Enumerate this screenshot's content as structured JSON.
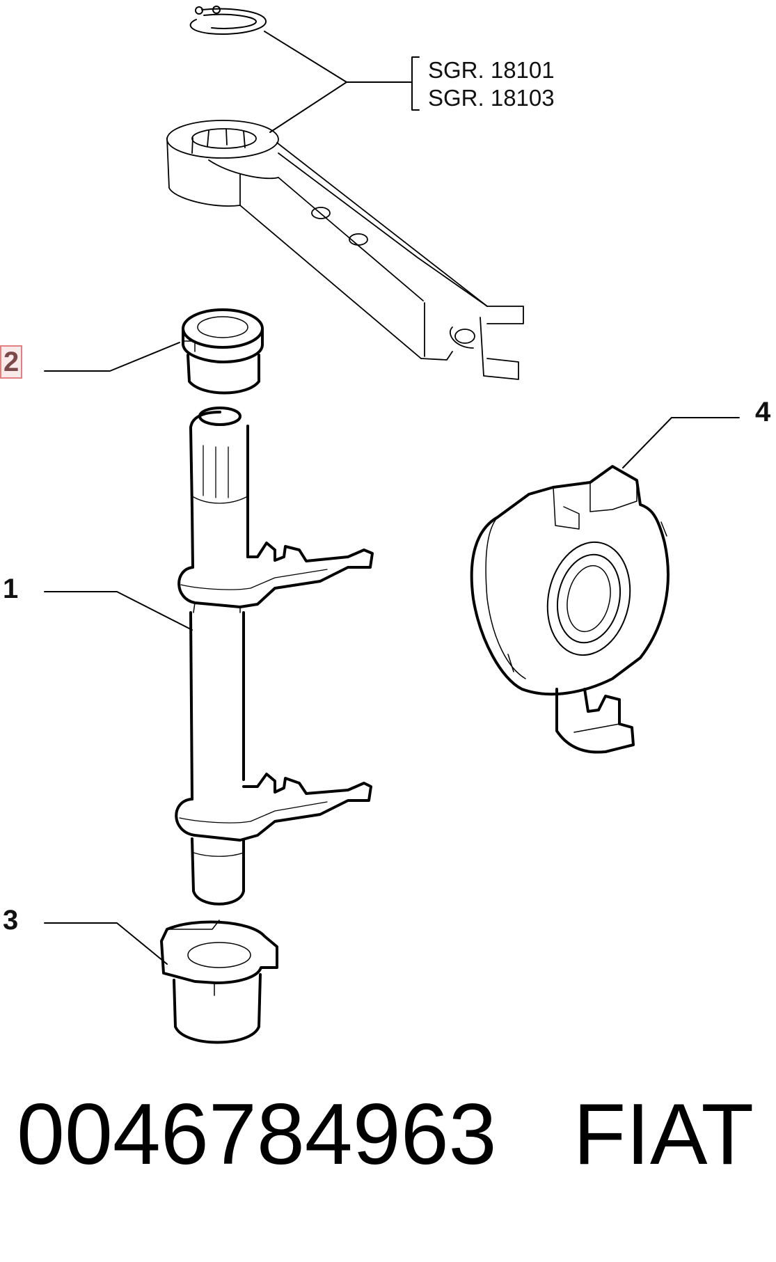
{
  "diagram": {
    "callouts": [
      {
        "id": "1",
        "label": "1"
      },
      {
        "id": "2",
        "label": "2"
      },
      {
        "id": "3",
        "label": "3"
      },
      {
        "id": "4",
        "label": "4"
      }
    ],
    "references": [
      "SGR. 18101",
      "SGR. 18103"
    ],
    "selected_callout": "2"
  },
  "footer": {
    "part_number": "0046784963",
    "brand": "FIAT"
  },
  "colors": {
    "line": "#000000",
    "highlight_border": "#e08080",
    "highlight_fill": "#fbeaea"
  }
}
